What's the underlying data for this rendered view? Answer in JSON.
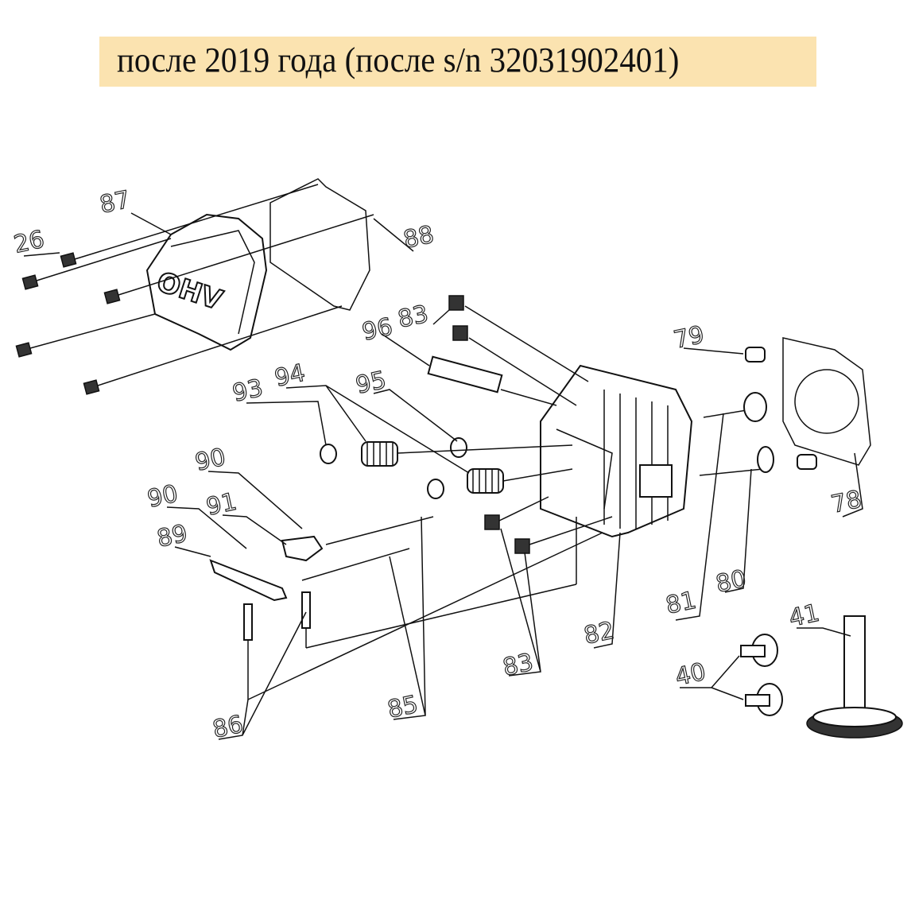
{
  "title": "после 2019 года (после s/n 32031902401)",
  "colors": {
    "title_bg": "#fbe3b0",
    "ink": "#111111"
  },
  "cover_marking": "OHV",
  "part_labels": {
    "p87": "87",
    "p26": "26",
    "p88": "88",
    "p96": "96",
    "p83a": "83",
    "p79": "79",
    "p93": "93",
    "p94": "94",
    "p95": "95",
    "p90a": "90",
    "p91": "91",
    "p90b": "90",
    "p89": "89",
    "p81": "81",
    "p80": "80",
    "p78": "78",
    "p82": "82",
    "p83b": "83",
    "p41": "41",
    "p40": "40",
    "p86": "86",
    "p85": "85"
  }
}
